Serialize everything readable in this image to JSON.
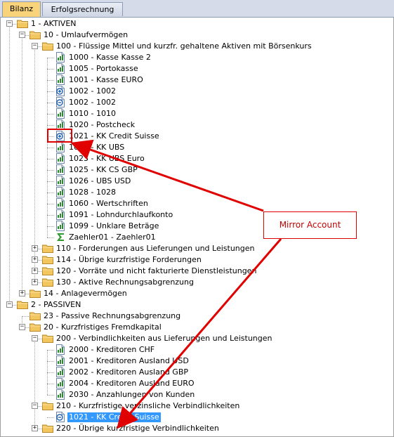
{
  "tabs": [
    {
      "label": "Bilanz",
      "active": true
    },
    {
      "label": "Erfolgsrechnung",
      "active": false
    }
  ],
  "tree": [
    {
      "level": 0,
      "type": "folder",
      "expanded": true,
      "label": "1 - AKTIVEN"
    },
    {
      "level": 1,
      "type": "folder",
      "expanded": true,
      "label": "10 - Umlaufvermögen"
    },
    {
      "level": 2,
      "type": "folder",
      "expanded": true,
      "label": "100 - Flüssige Mittel und kurzfr. gehaltene Aktiven mit Börsenkurs"
    },
    {
      "level": 3,
      "type": "account",
      "icon": "account-icon",
      "label": "1000 - Kasse  Kasse 2"
    },
    {
      "level": 3,
      "type": "account",
      "icon": "account-icon",
      "label": "1005 - Portokasse"
    },
    {
      "level": 3,
      "type": "account",
      "icon": "account-icon",
      "label": "1001 - Kasse EURO"
    },
    {
      "level": 3,
      "type": "account",
      "icon": "mirror-source-icon",
      "label": "1002 - 1002"
    },
    {
      "level": 3,
      "type": "account",
      "icon": "mirror-target-icon",
      "label": "1002 - 1002"
    },
    {
      "level": 3,
      "type": "account",
      "icon": "account-icon",
      "label": "1010 - 1010"
    },
    {
      "level": 3,
      "type": "account",
      "icon": "account-icon",
      "label": "1020 - Postcheck"
    },
    {
      "level": 3,
      "type": "account",
      "icon": "mirror-source-icon",
      "label": "1021 - KK Credit Suisse"
    },
    {
      "level": 3,
      "type": "account",
      "icon": "account-icon",
      "label": "1022 - KK UBS"
    },
    {
      "level": 3,
      "type": "account",
      "icon": "account-icon",
      "label": "1023 - KK UBS Euro"
    },
    {
      "level": 3,
      "type": "account",
      "icon": "account-icon",
      "label": "1025 - KK CS GBP"
    },
    {
      "level": 3,
      "type": "account",
      "icon": "account-icon",
      "label": "1026 - UBS USD"
    },
    {
      "level": 3,
      "type": "account",
      "icon": "account-icon",
      "label": "1028 - 1028"
    },
    {
      "level": 3,
      "type": "account",
      "icon": "account-icon",
      "label": "1060 - Wertschriften"
    },
    {
      "level": 3,
      "type": "account",
      "icon": "account-icon",
      "label": "1091 - Lohndurchlaufkonto"
    },
    {
      "level": 3,
      "type": "account",
      "icon": "account-icon",
      "label": "1099 - Unklare Beträge"
    },
    {
      "level": 3,
      "type": "account",
      "icon": "sum-icon",
      "label": "Zaehler01 - Zaehler01"
    },
    {
      "level": 2,
      "type": "folder",
      "expanded": false,
      "label": "110 - Forderungen aus Lieferungen und Leistungen"
    },
    {
      "level": 2,
      "type": "folder",
      "expanded": false,
      "label": "114 - Übrige kurzfristige Forderungen"
    },
    {
      "level": 2,
      "type": "folder",
      "expanded": false,
      "label": "120 - Vorräte und nicht fakturierte Dienstleistungen"
    },
    {
      "level": 2,
      "type": "folder",
      "expanded": false,
      "label": "130 - Aktive Rechnungsabgrenzung"
    },
    {
      "level": 1,
      "type": "folder",
      "expanded": false,
      "label": "14 - Anlagevermögen"
    },
    {
      "level": 0,
      "type": "folder",
      "expanded": true,
      "label": "2 - PASSIVEN"
    },
    {
      "level": 1,
      "type": "folder",
      "expanded": null,
      "label": "23 - Passive Rechnungsabgrenzung"
    },
    {
      "level": 1,
      "type": "folder",
      "expanded": true,
      "label": "20 - Kurzfristiges Fremdkapital"
    },
    {
      "level": 2,
      "type": "folder",
      "expanded": true,
      "label": "200 - Verbindlichkeiten aus Lieferungen und Leistungen"
    },
    {
      "level": 3,
      "type": "account",
      "icon": "account-icon",
      "label": "2000 - Kreditoren CHF"
    },
    {
      "level": 3,
      "type": "account",
      "icon": "account-icon",
      "label": "2001 - Kreditoren Ausland USD"
    },
    {
      "level": 3,
      "type": "account",
      "icon": "account-icon",
      "label": "2002 - Kreditoren Ausland GBP"
    },
    {
      "level": 3,
      "type": "account",
      "icon": "account-icon",
      "label": "2004 - Kreditoren Ausland EURO"
    },
    {
      "level": 3,
      "type": "account",
      "icon": "account-icon",
      "label": "2030 - Anzahlungen von Kunden"
    },
    {
      "level": 2,
      "type": "folder",
      "expanded": true,
      "label": "210 - Kurzfristige verzinsliche Verbindlichkeiten"
    },
    {
      "level": 3,
      "type": "account",
      "icon": "mirror-target-icon",
      "label": "1021 - KK Credit Suisse",
      "selected": true
    },
    {
      "level": 2,
      "type": "folder",
      "expanded": false,
      "label": "220 - Übrige kurzfristige Verbindlichkeiten"
    }
  ],
  "annotation": {
    "callout_text": "Mirror Account",
    "color": "#e00000"
  },
  "colors": {
    "tab_active": "#f9d37a",
    "selection": "#3399ff",
    "folder": "#f3c75f",
    "account_icon": "#2f8a2f"
  }
}
